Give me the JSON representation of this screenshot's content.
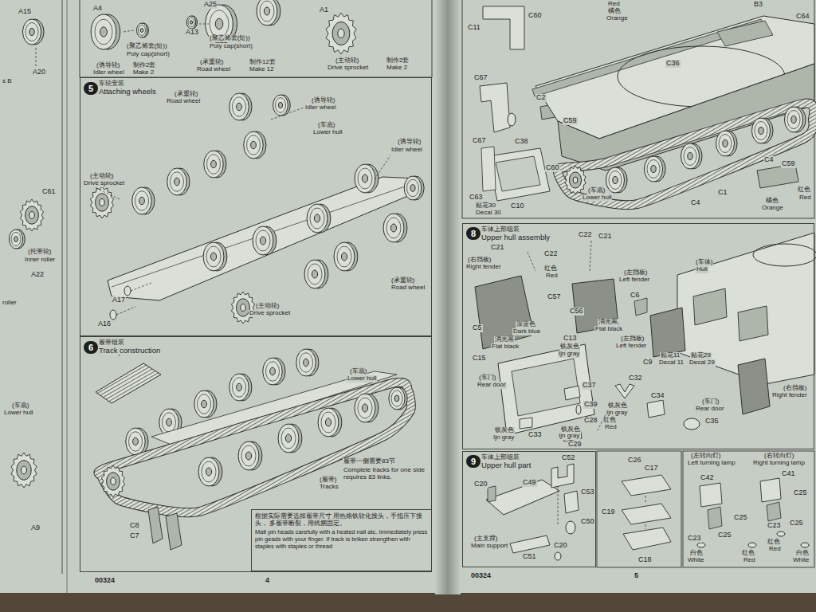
{
  "diagram": {
    "nodes": [
      {
        "text": [
          "车轮安装",
          "Attaching wheels"
        ]
      },
      {
        "text": [
          "5"
        ],
        "in": 0
      },
      {
        "text": [
          "履带组装",
          "Track construction"
        ]
      },
      {
        "text": [
          "6"
        ],
        "in": 2
      },
      {
        "text": [
          "根据实际需要选择履带尺寸 用热烙铁软化接头，手指压下接头， 多履带断裂，用线捆固定。",
          "Malt pin heads carefully with a heated nail atc. Immediately press pin geads with your finger. If track is briken strengthen with staples with staples or thread"
        ],
        "in": 2
      },
      {
        "text": [
          "车体上部组装",
          "Upper hull assembly"
        ]
      },
      {
        "text": [
          "8"
        ],
        "in": 5
      },
      {
        "text": [
          "车体上部组装",
          "Upper hull part"
        ]
      },
      {
        "text": [
          "9"
        ],
        "in": 7
      }
    ],
    "labels": [
      "A15",
      "A20",
      "s B",
      "C61",
      "(托带轮)",
      "Inner roller",
      "A22",
      "roller",
      "(车底)",
      "Lower hull",
      "A9",
      "A4",
      "A25",
      "A13",
      "(聚乙烯套(短))",
      "Poly cap(short)",
      "(诱导轮)",
      "Idler wheel",
      "制作2套",
      "Make 2",
      "(聚乙烯套(短))",
      "Poly cap(short)",
      "(承重轮)",
      "Road wheel",
      "制作12套",
      "Make 12",
      "A1",
      "(主动轮)",
      "Drive sprocket",
      "制作2套",
      "Make 2",
      "(承重轮)",
      "Road wheel",
      "(诱导轮)",
      "Idler wheel",
      "(车底)",
      "Lower hull",
      "(诱导轮)",
      "Idler wheel",
      "(主动轮)",
      "Drive sprocket",
      "A17",
      "A16",
      "(承重轮)",
      "Road wheel",
      "(主动轮)",
      "Drive sprocket",
      "(车底)",
      "Lower hull",
      "履带一侧需要83节",
      "Complete tracks for one side requires 83 links.",
      "(履带)",
      "Tracks",
      "C8",
      "C7",
      "00324",
      "4",
      "00324",
      "5",
      "Red",
      "橘色",
      "Orange",
      "B3",
      "C64",
      "C60",
      "C11",
      "C36",
      "C67",
      "C2",
      "C59",
      "C38",
      "C67",
      "C60",
      "C4",
      "C59",
      "C63",
      "C10",
      "贴花30",
      "Decal 30",
      "(车底)",
      "Lower hull",
      "C4",
      "C1",
      "橘色",
      "Orange",
      "红色",
      "Red",
      "C21",
      "C22",
      "C22",
      "C21",
      "(右挡板)",
      "Right fender",
      "红色",
      "Red",
      "(左挡板)",
      "Left fender",
      "(车体)",
      "Hull",
      "C57",
      "C56",
      "C6",
      "C5",
      "深蓝色",
      "Dark blue",
      "消光黑",
      "Flat black",
      "消光黑",
      "Flat black",
      "C13",
      "铁灰色",
      "Ijn gray",
      "(左挡板)",
      "Left fender",
      "C15",
      "C9",
      "贴花11",
      "Decal 11",
      "贴花29",
      "Decal 29",
      "(车门)",
      "Rear door",
      "C32",
      "C37",
      "(右挡板)",
      "Right fender",
      "C34",
      "(车门)",
      "Rear door",
      "铁灰色",
      "Ijn gray",
      "C39",
      "C35",
      "C28",
      "红色",
      "Red",
      "铁灰色",
      "Ijn gray",
      "C33",
      "铁灰色",
      "Ijn gray",
      "C29",
      "C52",
      "C20",
      "C49",
      "C53",
      "C50",
      "(主支撑)",
      "Main support",
      "C20",
      "C51",
      "C26",
      "C17",
      "C19",
      "C18",
      "(左转向灯)",
      "Left turning lamp",
      "(右转向灯)",
      "Right turning lamp",
      "C42",
      "C41",
      "C25",
      "C25",
      "C23",
      "C25",
      "C23",
      "C25",
      "红色",
      "Red",
      "白色",
      "White",
      "红色",
      "Red",
      "白色",
      "White"
    ]
  }
}
